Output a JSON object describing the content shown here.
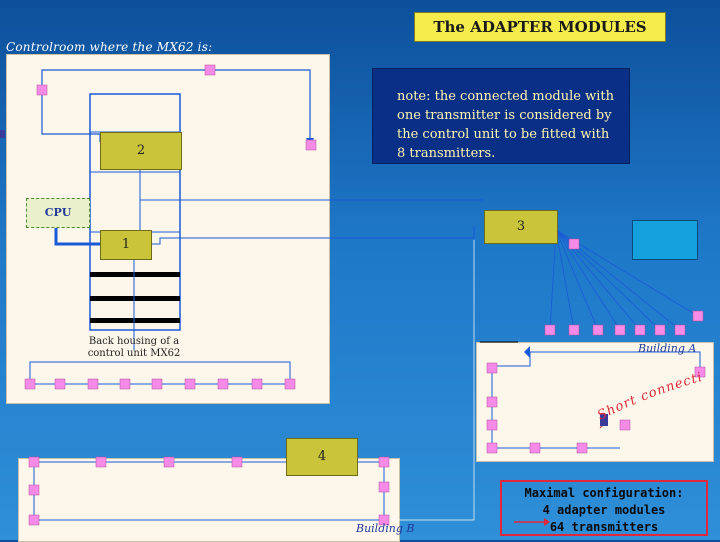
{
  "title": "The ADAPTER MODULES",
  "controlroom_label": "Controlroom where the MX62 is:",
  "note": "note: the connected module with one transmitter is considered by the control unit to be fitted with 8 transmitters.",
  "cpu_label": "CPU",
  "modules": [
    "1",
    "2",
    "3",
    "4"
  ],
  "housing_label": "Back housing of a control unit MX62",
  "building_a": "Building A",
  "building_b": "Building B",
  "short_connection": "Short connection",
  "maximal": {
    "line1": "Maximal configuration:",
    "line2": "4 adapter modules",
    "line3": "64 transmitters"
  },
  "colors": {
    "background": "#1e78c8",
    "transmitter": "#f58be6",
    "module": "#c9c43a",
    "note_bg": "#0a2f86",
    "title_bg": "#f4ec4a",
    "link": "#1a5ad8"
  }
}
